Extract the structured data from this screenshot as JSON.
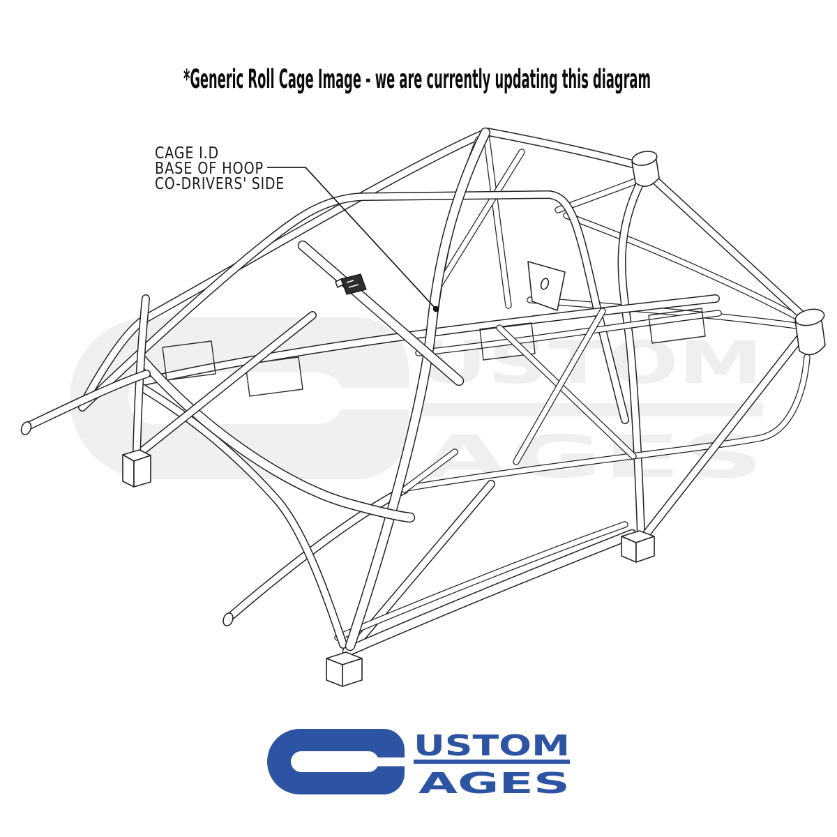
{
  "header": {
    "title": "*Generic Roll Cage Image - we are currently updating this diagram"
  },
  "annotation": {
    "line1": "CAGE I.D",
    "line2": "BASE OF HOOP",
    "line3": "CO-DRIVERS' SIDE"
  },
  "watermark": {
    "word_top": "USTOM",
    "word_bottom": "AGES"
  },
  "logo": {
    "word_top": "USTOM",
    "word_bottom": "AGES"
  },
  "colors": {
    "background": "#ffffff",
    "line": "#222222",
    "text": "#0c0c0c",
    "watermark": "#f0f0f0",
    "logo_blue": "#2d53a3"
  }
}
